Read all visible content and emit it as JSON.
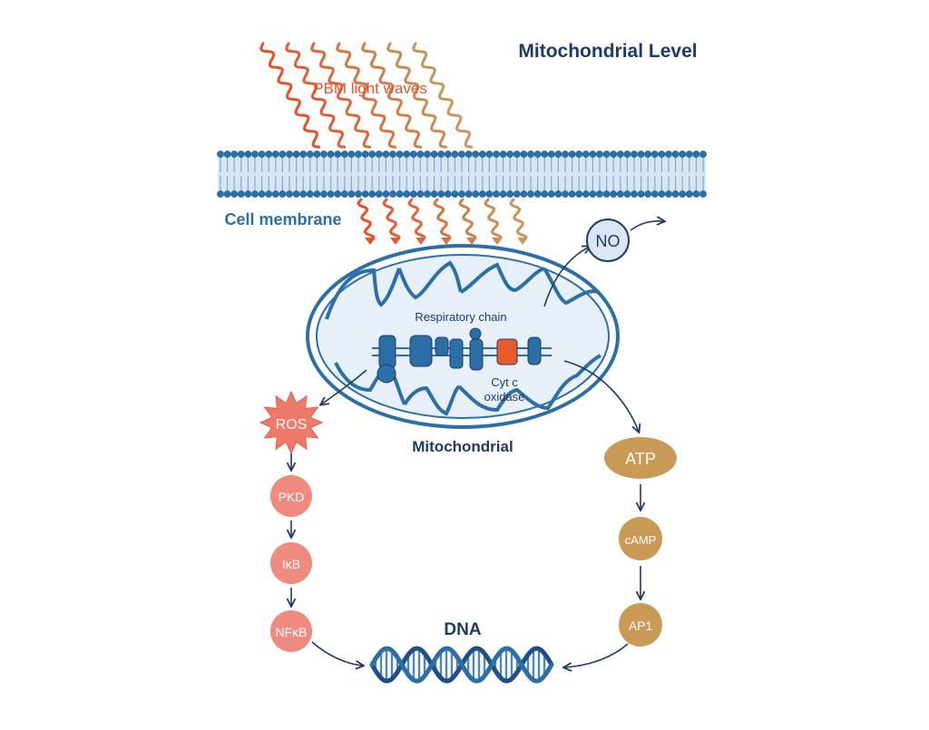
{
  "title": "Mitochondrial Level",
  "light_label": "PBM light waves",
  "membrane_label": "Cell membrane",
  "mito_label": "Mitochondrial",
  "resp_chain_label": "Respiratory chain",
  "cyt_label_1": "Cyt c",
  "cyt_label_2": "oxidase",
  "no_label": "NO",
  "ros_label": "ROS",
  "pkd_label": "PKD",
  "ikb_label": "IκB",
  "nfkb_label": "NFκB",
  "atp_label": "ATP",
  "camp_label": "cAMP",
  "ap1_label": "AP1",
  "dna_label": "DNA",
  "colors": {
    "navy": "#1f3b63",
    "membrane_blue": "#2b6fa6",
    "light_red": "#e8502a",
    "light_tan": "#c9955a",
    "ros_pink": "#ee7a6a",
    "atp_gold": "#c99a56",
    "mito_fill": "#e7f0f9",
    "cyt_orange": "#e85a2c"
  }
}
